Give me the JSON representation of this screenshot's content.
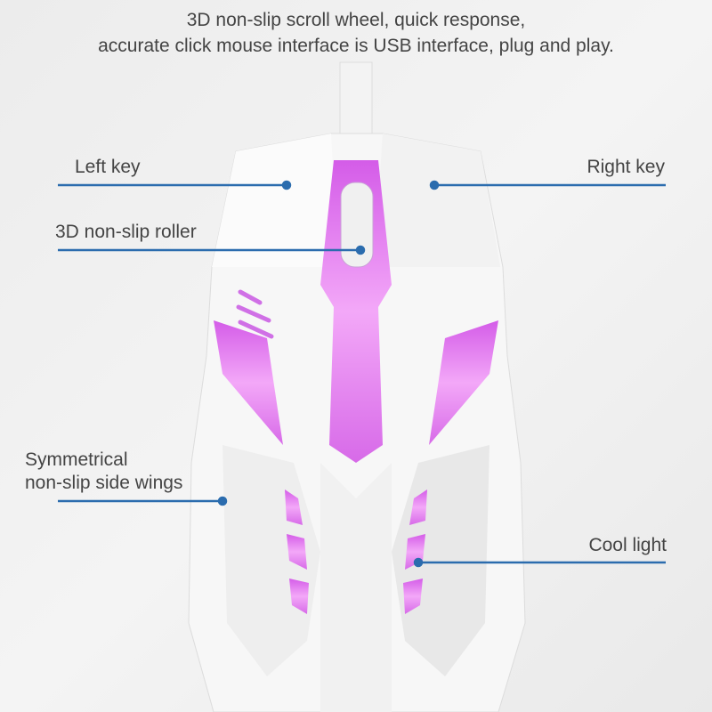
{
  "headline": {
    "line1": "3D non-slip scroll wheel, quick response,",
    "line2": "accurate click mouse interface is USB interface, plug and play."
  },
  "callouts": {
    "left_key": "Left key",
    "right_key": "Right key",
    "roller": "3D non-slip roller",
    "side_wings_1": "Symmetrical",
    "side_wings_2": "non-slip side wings",
    "cool_light": "Cool light"
  },
  "colors": {
    "accent_line": "#2b6cae",
    "glow": "#e070f0",
    "body": "#f7f7f7"
  }
}
